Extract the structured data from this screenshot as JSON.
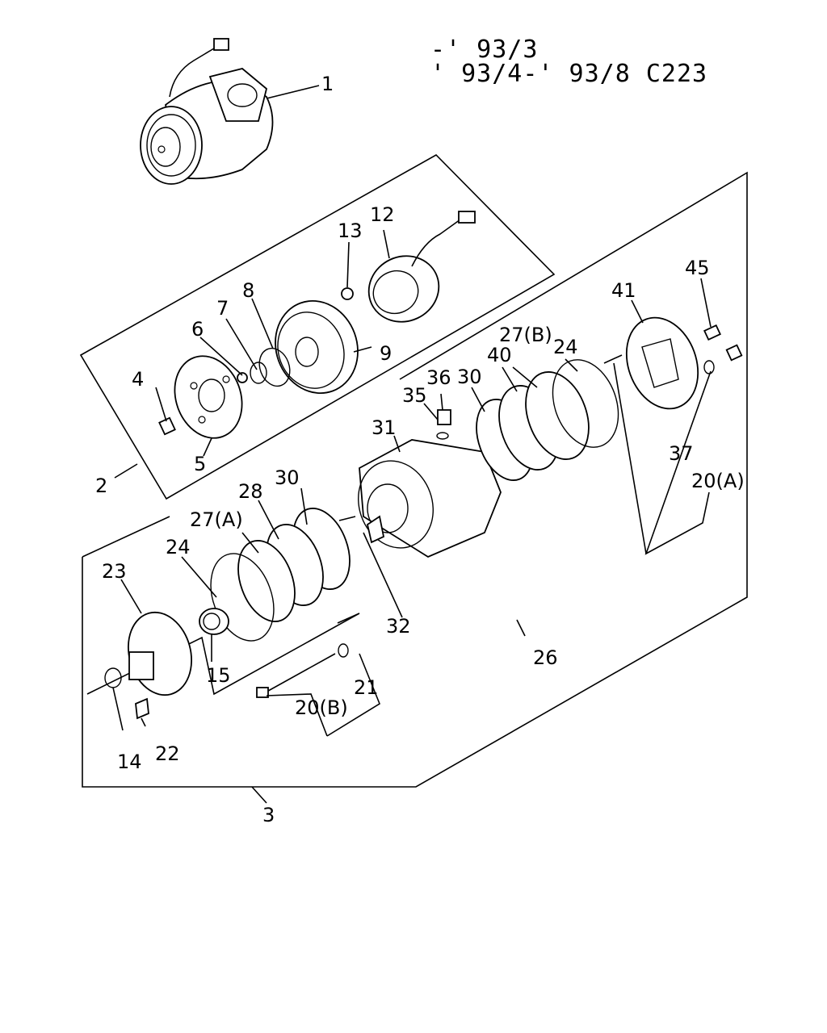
{
  "header": {
    "line1": "-' 93/3",
    "line2": "' 93/4-' 93/8 C223"
  },
  "labels": {
    "l1": "1",
    "l2": "2",
    "l3": "3",
    "l4": "4",
    "l5": "5",
    "l6": "6",
    "l7": "7",
    "l8": "8",
    "l9": "9",
    "l12": "12",
    "l13": "13",
    "l14": "14",
    "l15": "15",
    "l20a": "20(A)",
    "l20b": "20(B)",
    "l21": "21",
    "l22": "22",
    "l23": "23",
    "l24a": "24",
    "l24b": "24",
    "l26": "26",
    "l27a": "27(A)",
    "l27b": "27(B)",
    "l28": "28",
    "l30a": "30",
    "l30b": "30",
    "l31": "31",
    "l32": "32",
    "l35": "35",
    "l36": "36",
    "l37": "37",
    "l40": "40",
    "l41": "41",
    "l45": "45"
  }
}
